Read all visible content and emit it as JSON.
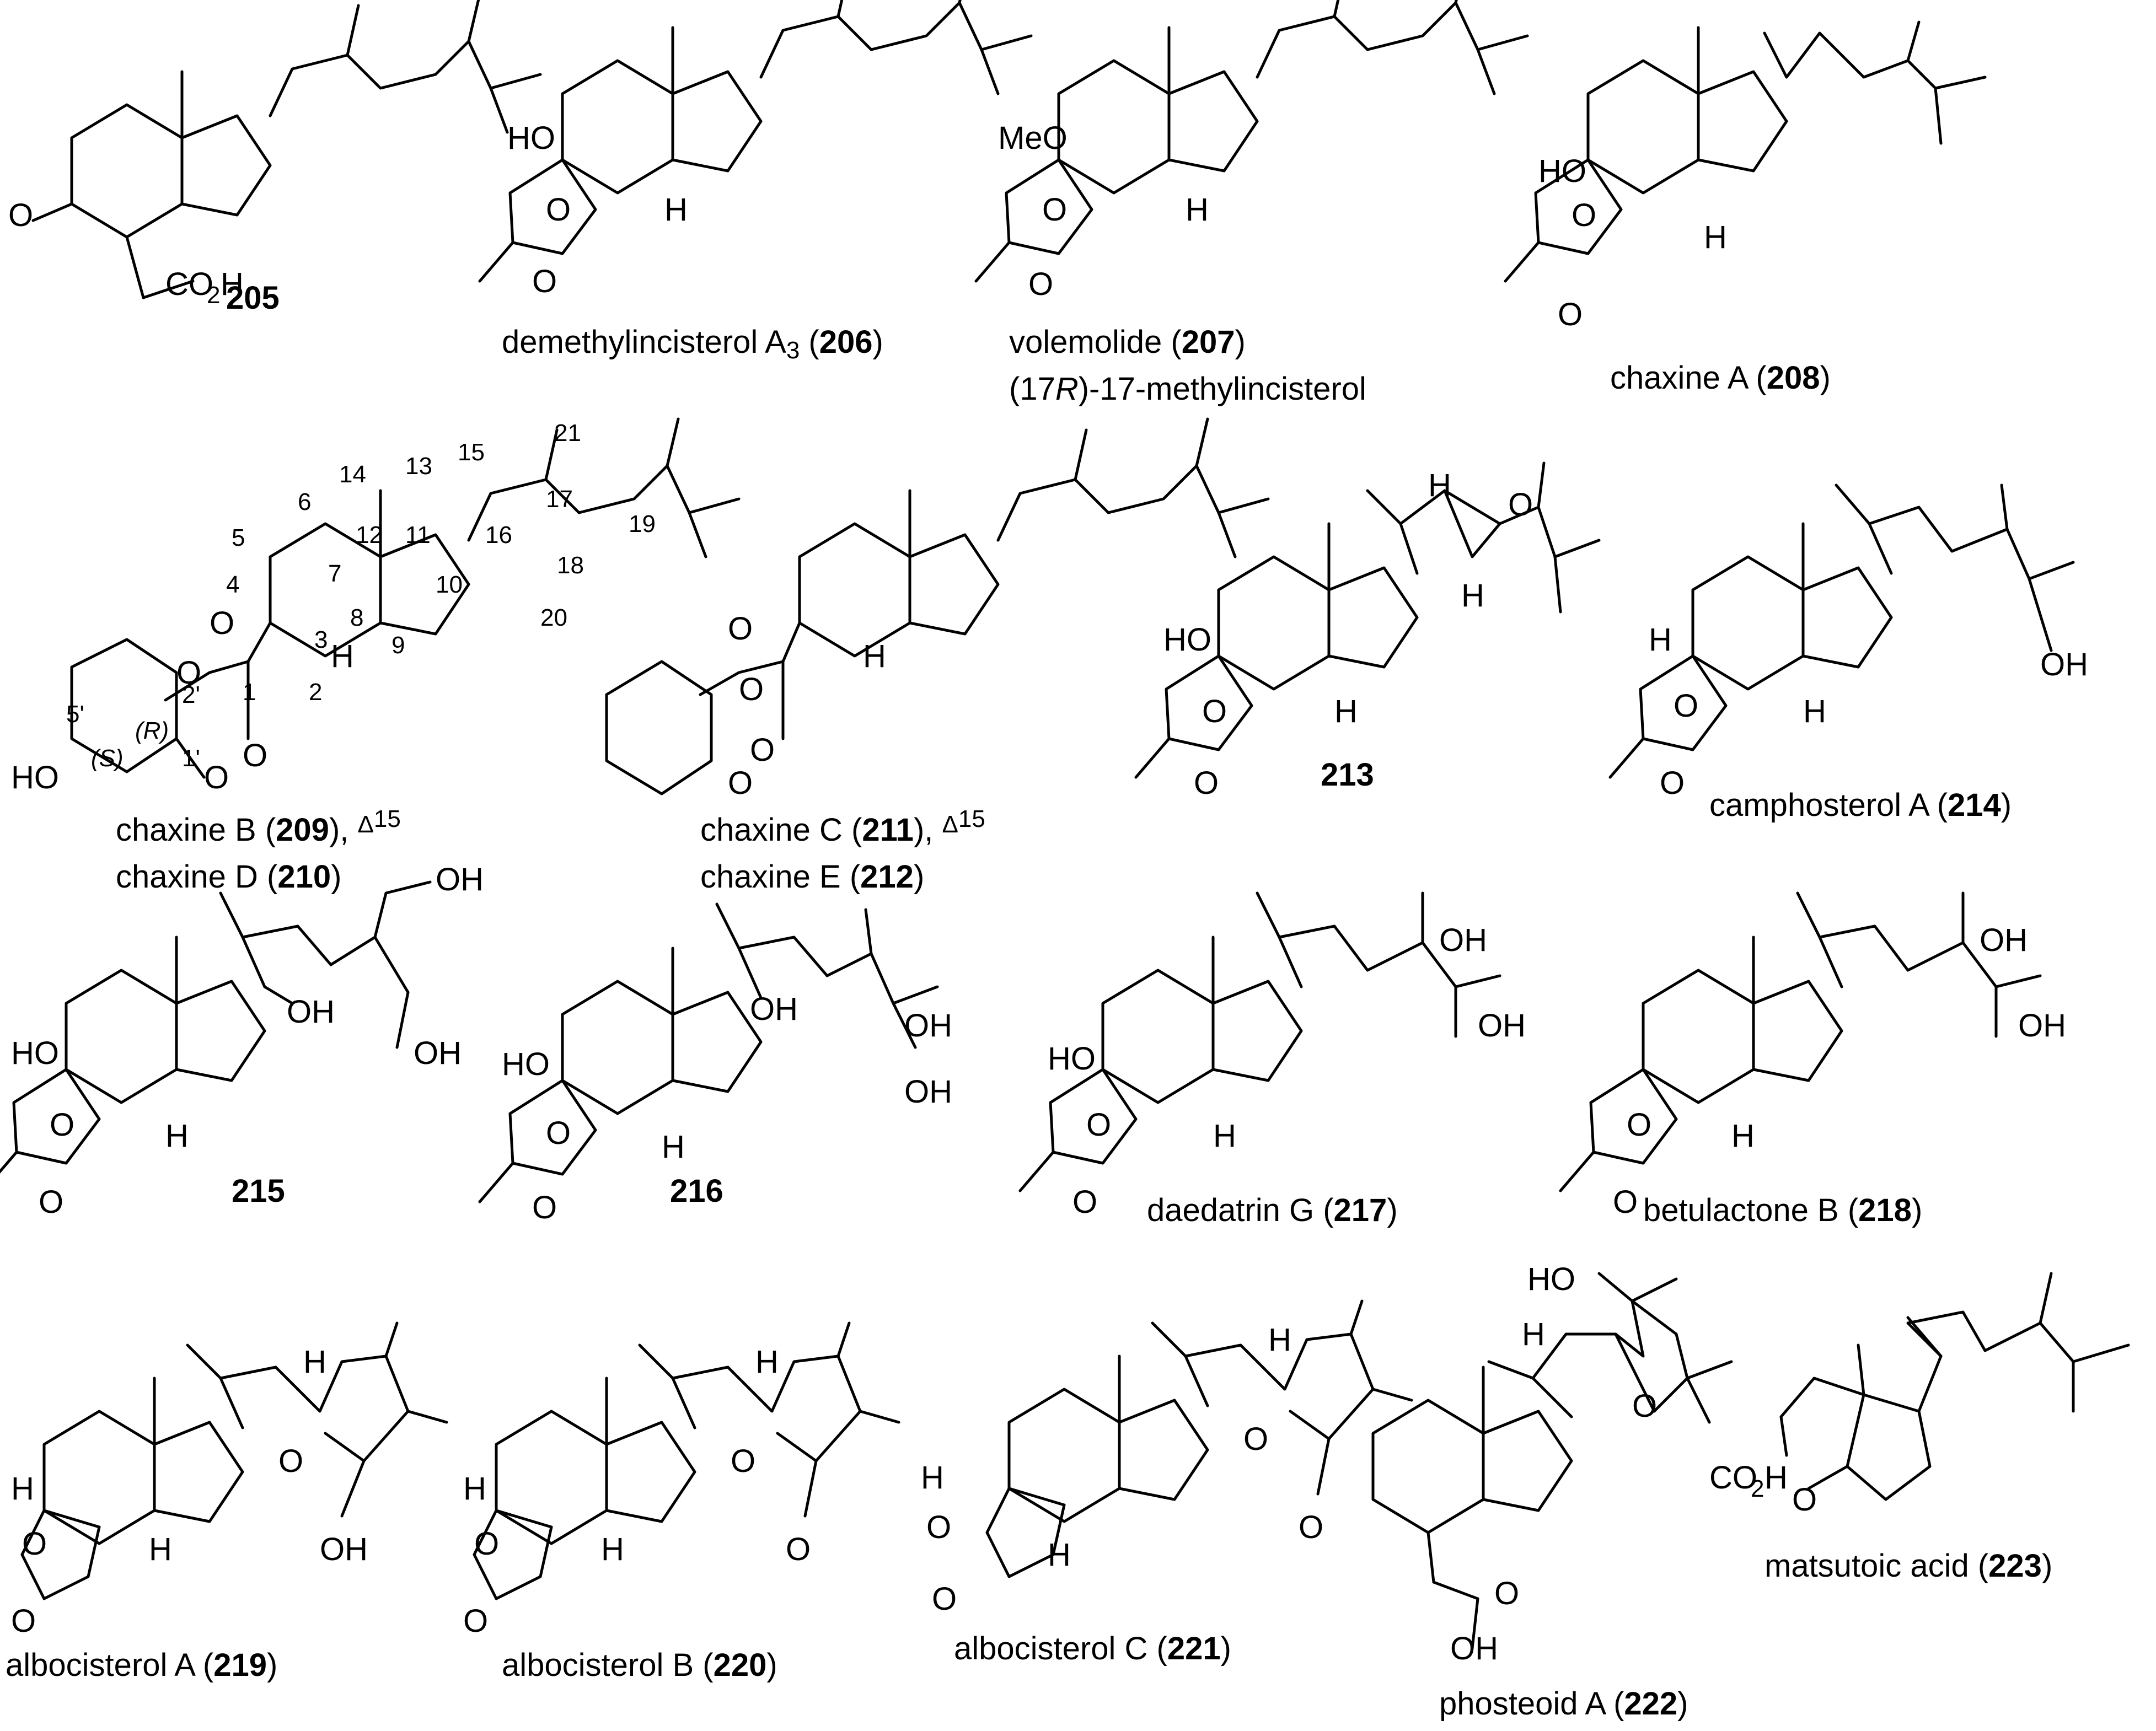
{
  "colors": {
    "ink": "#000000",
    "background": "#ffffff"
  },
  "compounds": [
    {
      "caption": "",
      "number": "205",
      "line2": "",
      "line2_italic": "",
      "line2_rest": ""
    },
    {
      "caption": "demethylincisterol A",
      "number": "206",
      "subscript": "3"
    },
    {
      "caption": "volemolide",
      "number": "207",
      "line2_pre": "(17",
      "line2_italic": "R",
      "line2_rest": ")-17-methylincisterol"
    },
    {
      "caption": "chaxine A",
      "number": "208"
    },
    {
      "caption": "chaxine B",
      "number": "209",
      "delta": "Δ",
      "delta_sup": "15",
      "line2_caption": "chaxine D",
      "line2_number": "210"
    },
    {
      "caption": "chaxine C",
      "number": "211",
      "delta": "Δ",
      "delta_sup": "15",
      "line2_caption": "chaxine E",
      "line2_number": "212"
    },
    {
      "caption": "",
      "number": "213"
    },
    {
      "caption": "camphosterol A",
      "number": "214"
    },
    {
      "caption": "",
      "number": "215"
    },
    {
      "caption": "",
      "number": "216"
    },
    {
      "caption": "daedatrin G",
      "number": "217"
    },
    {
      "caption": "betulactone B",
      "number": "218"
    },
    {
      "caption": "albocisterol A",
      "number": "219"
    },
    {
      "caption": "albocisterol B",
      "number": "220"
    },
    {
      "caption": "albocisterol C",
      "number": "221"
    },
    {
      "caption": "phosteoid A",
      "number": "222"
    },
    {
      "caption": "matsutoic acid",
      "number": "223"
    }
  ],
  "atom_labels": {
    "O": "O",
    "H": "H",
    "HO": "HO",
    "OH": "OH",
    "MeO": "MeO",
    "CO2H_pre": "CO",
    "CO2H_sub": "2",
    "CO2H_post": "H",
    "R": "R",
    "S": "S"
  },
  "numbering": [
    "1",
    "2",
    "3",
    "4",
    "5",
    "6",
    "7",
    "8",
    "9",
    "10",
    "11",
    "12",
    "13",
    "14",
    "15",
    "16",
    "17",
    "18",
    "19",
    "20",
    "21",
    "1'",
    "2'",
    "5'"
  ]
}
